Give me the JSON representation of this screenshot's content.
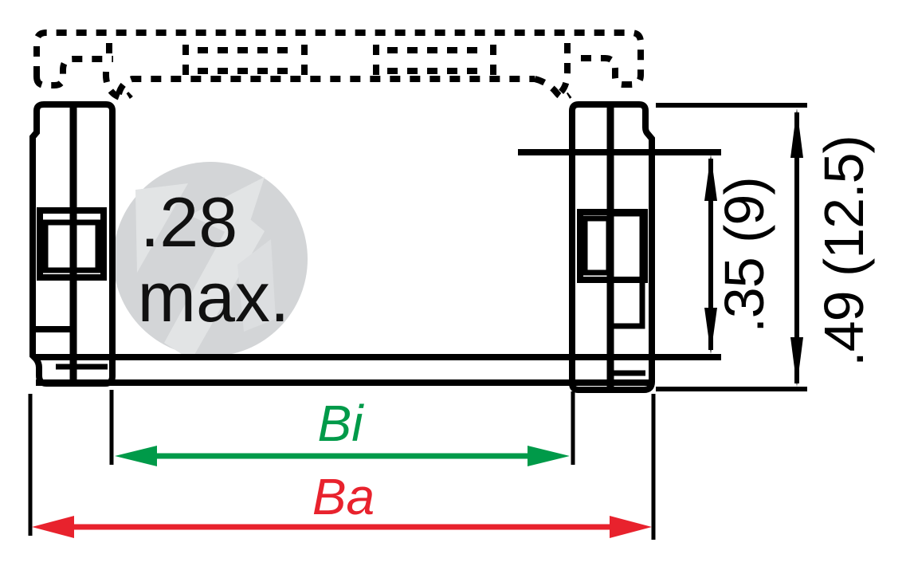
{
  "drawing": {
    "type": "technical-drawing-cross-section",
    "watermark": {
      "value": ".28",
      "qualifier": "max.",
      "circle_color": "#d3d5d7",
      "arrow_color": "#e2e4e5",
      "text_color": "#111111"
    },
    "dimensions": {
      "inner_width": {
        "label": "Bi",
        "color": "#009a49"
      },
      "outer_width": {
        "label": "Ba",
        "color": "#e8222d"
      },
      "inner_height": {
        "label": ".35 (9)",
        "color": "#000000"
      },
      "outer_height": {
        "label": ".49 (12.5)",
        "color": "#000000"
      }
    },
    "line_color": "#000000"
  }
}
